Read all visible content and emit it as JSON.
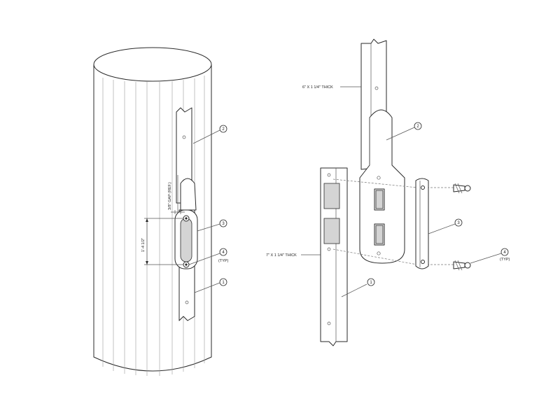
{
  "callouts": {
    "latch_bar_num": "1",
    "pivot_arm_num": "2",
    "link_strap_num": "3",
    "pin_num": "4",
    "typ": "(TYP)"
  },
  "dimensions": {
    "gap": "3/8\" GAP (REF.)",
    "pin_spacing": "1'-4 1/2\"",
    "upper_bar": "6\" X 1 1/4\" THICK",
    "lower_bar": "7\" X 1 1/4\" THICK"
  }
}
